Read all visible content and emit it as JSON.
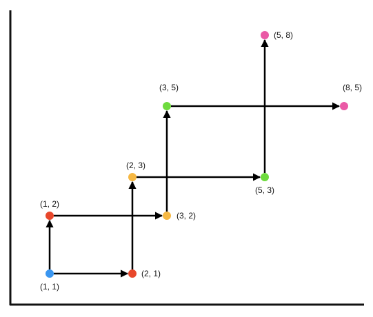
{
  "colors": {
    "axis": "#111111",
    "arrow": "#000000",
    "blue": "#3a96f0",
    "red": "#e8472b",
    "orange": "#f6b843",
    "green": "#6edb3e",
    "pink": "#ea5aa6"
  },
  "diagram": {
    "nodes": [
      {
        "id": "n-1-1",
        "label": "(1, 1)",
        "color": "blue"
      },
      {
        "id": "n-2-1",
        "label": "(2, 1)",
        "color": "red"
      },
      {
        "id": "n-1-2",
        "label": "(1, 2)",
        "color": "red"
      },
      {
        "id": "n-3-2",
        "label": "(3, 2)",
        "color": "orange"
      },
      {
        "id": "n-2-3",
        "label": "(2, 3)",
        "color": "orange"
      },
      {
        "id": "n-5-3",
        "label": "(5, 3)",
        "color": "green"
      },
      {
        "id": "n-3-5",
        "label": "(3, 5)",
        "color": "green"
      },
      {
        "id": "n-8-5",
        "label": "(8, 5)",
        "color": "pink"
      },
      {
        "id": "n-5-8",
        "label": "(5, 8)",
        "color": "pink"
      }
    ],
    "edges": [
      {
        "from": "n-1-1",
        "to": "n-2-1"
      },
      {
        "from": "n-1-1",
        "to": "n-1-2"
      },
      {
        "from": "n-1-2",
        "to": "n-3-2"
      },
      {
        "from": "n-2-1",
        "to": "n-2-3"
      },
      {
        "from": "n-2-3",
        "to": "n-5-3"
      },
      {
        "from": "n-3-2",
        "to": "n-3-5"
      },
      {
        "from": "n-3-5",
        "to": "n-8-5"
      },
      {
        "from": "n-5-3",
        "to": "n-5-8"
      }
    ]
  }
}
